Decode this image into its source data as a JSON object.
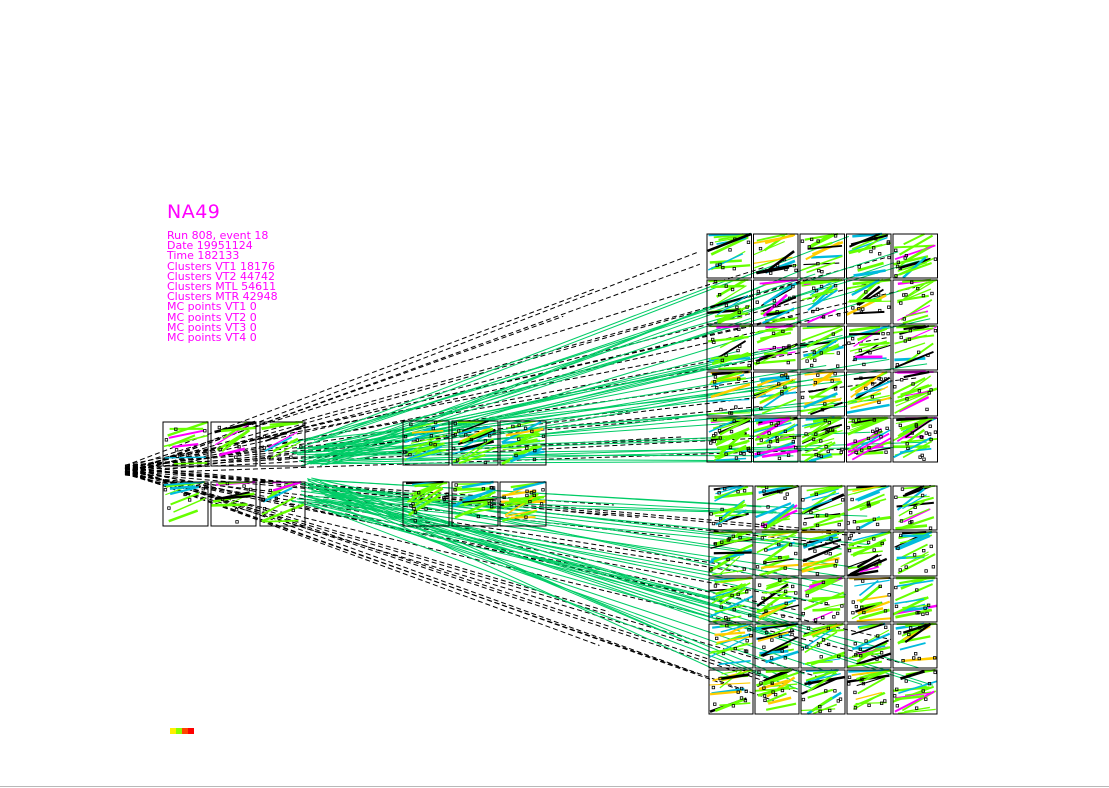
{
  "info": {
    "title": "NA49",
    "lines": [
      "Run 808, event 18",
      "Date 19951124",
      "Time 182133",
      "Clusters VT1 18176",
      "Clusters VT2 44742",
      "Clusters MTL 54611",
      "Clusters MTR 42948",
      "MC points VT1 0",
      "MC points VT2 0",
      "MC points VT3 0",
      "MC points VT4 0"
    ]
  },
  "colors": {
    "text": "#ff00ff",
    "track_primary": "#00cc66",
    "track_secondary": "#66ff00",
    "track_dense": "#ff00ff",
    "extrapolation": "#000000",
    "cluster_cyan": "#00bbdd",
    "cluster_yellow": "#ffcc00",
    "cluster_orange": "#ff6600",
    "frame": "#000000"
  },
  "color_scale": [
    "#ffee00",
    "#88ff00",
    "#ff4400",
    "#ff0000"
  ]
}
